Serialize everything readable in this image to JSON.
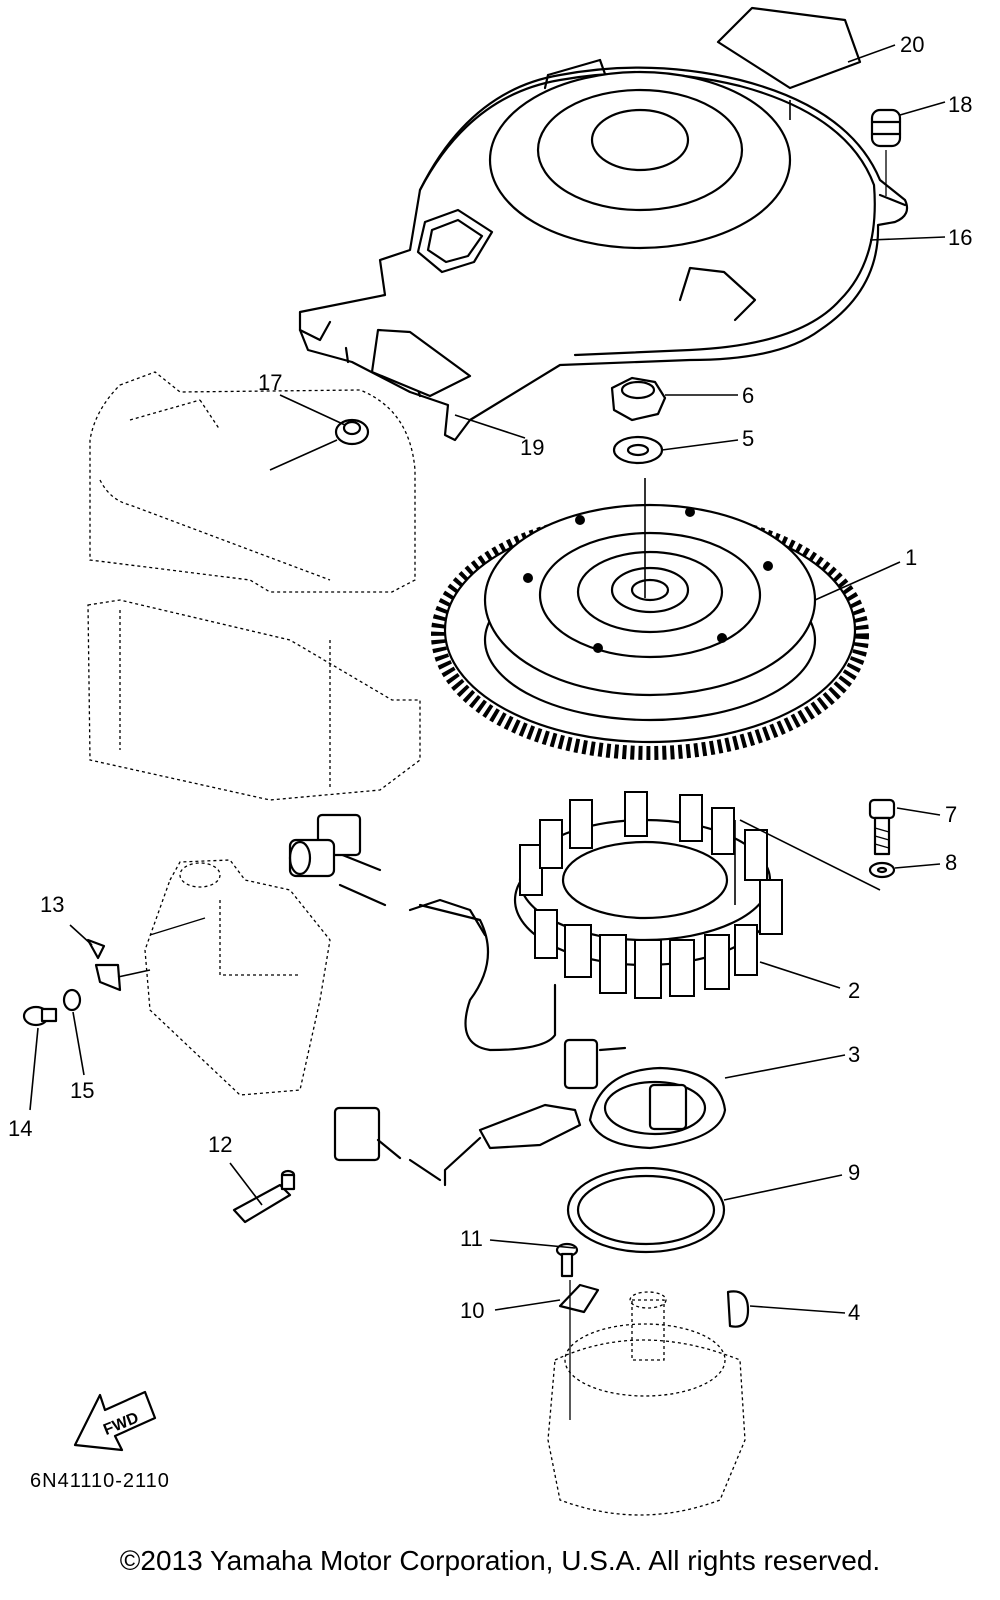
{
  "diagram": {
    "diagram_code": "6N41110-2110",
    "copyright": "©2013 Yamaha Motor Corporation, U.S.A. All rights reserved.",
    "fwd_label": "FWD",
    "callouts": [
      "1",
      "2",
      "3",
      "4",
      "5",
      "6",
      "7",
      "8",
      "9",
      "10",
      "11",
      "12",
      "13",
      "14",
      "15",
      "16",
      "17",
      "18",
      "19",
      "20"
    ]
  }
}
